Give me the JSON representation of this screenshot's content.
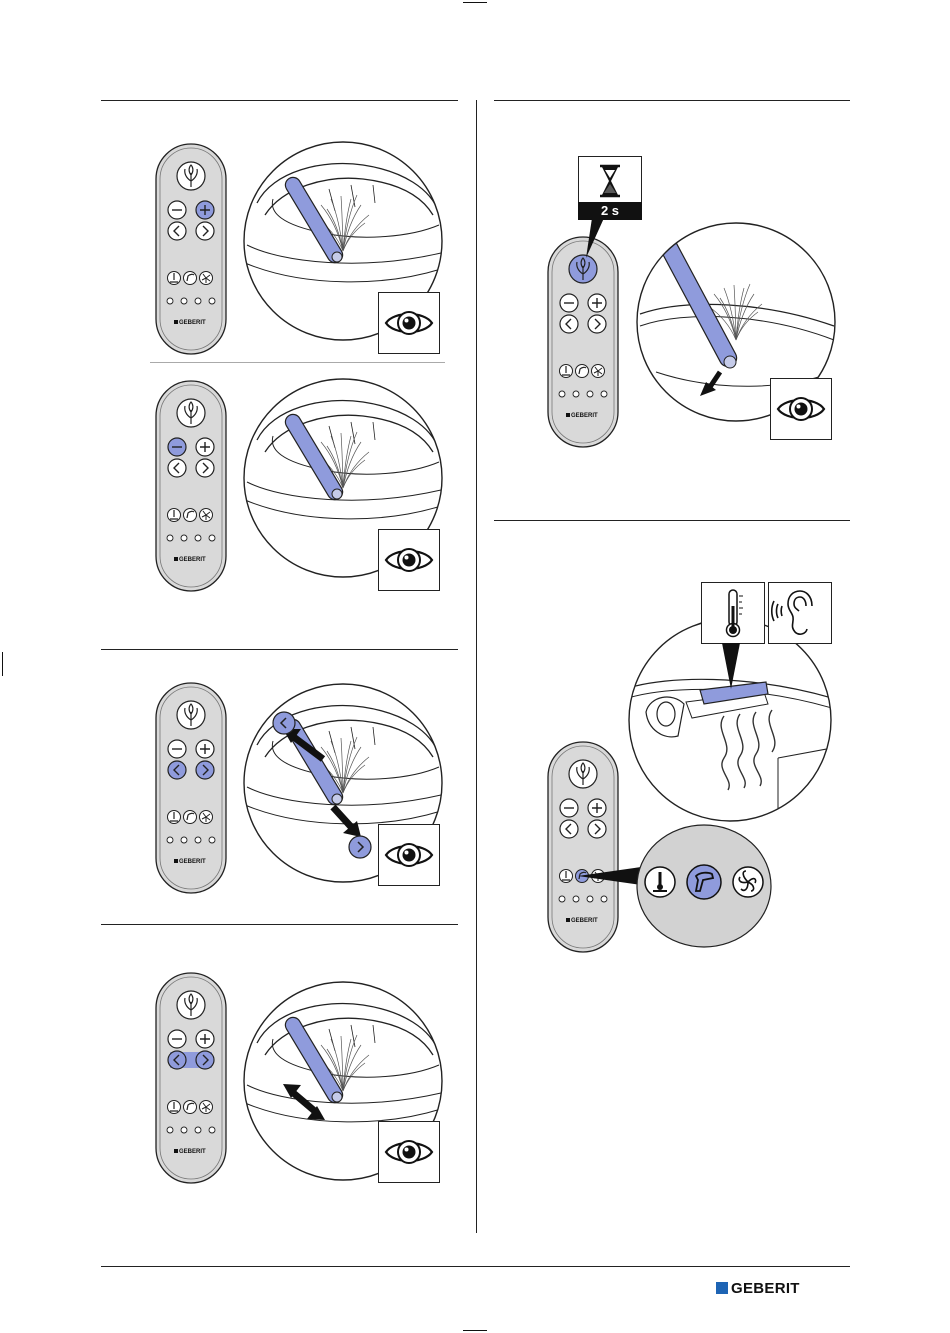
{
  "brand": {
    "name": "GEBERIT",
    "color": "#1e64b4"
  },
  "remote": {
    "brand_label": "GEBERIT"
  },
  "timer_badge": {
    "icon": "hourglass-icon",
    "label": "2 s"
  },
  "colors": {
    "highlight": "#8f9bdc",
    "remote_body": "#d9d9d9",
    "outline": "#222222"
  },
  "icons": [
    "eye-icon",
    "hourglass-icon",
    "thermometer-icon",
    "ear-icon",
    "fan-icon",
    "dryer-icon",
    "temperature-icon",
    "plus-icon",
    "minus-icon",
    "chevron-left-icon",
    "chevron-right-icon"
  ],
  "steps": [
    {
      "highlight": "plus"
    },
    {
      "highlight": "minus"
    },
    {
      "highlight": "left-right"
    },
    {
      "highlight": "left-right-held"
    },
    {
      "highlight": "flower",
      "timer": "2 s"
    },
    {
      "highlight": "dryer"
    }
  ]
}
